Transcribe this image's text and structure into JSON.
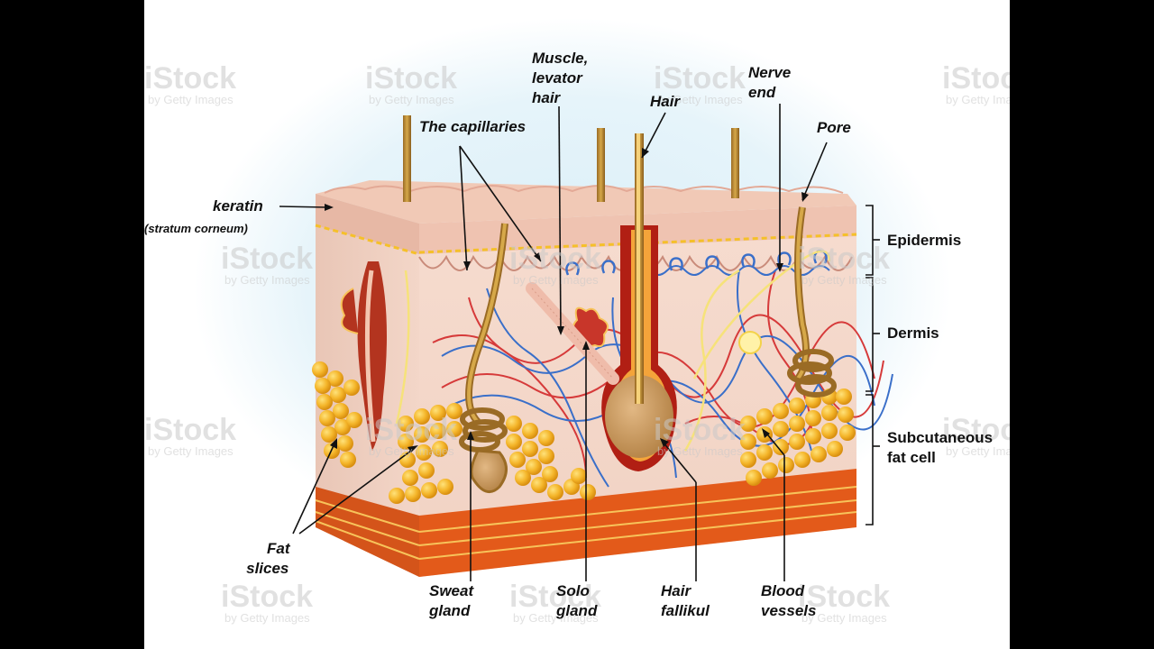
{
  "labels": {
    "muscle_levator": [
      "Muscle,",
      "levator",
      "hair"
    ],
    "nerve_end": [
      "Nerve",
      "end"
    ],
    "hair": "Hair",
    "pore": "Pore",
    "capillaries": "The capillaries",
    "keratin": "keratin",
    "stratum_corneum": "(stratum corneum)",
    "epidermis": "Epidermis",
    "dermis": "Dermis",
    "subcutaneous": [
      "Subcutaneous",
      "fat cell"
    ],
    "fat_slices": [
      "Fat",
      "slices"
    ],
    "sweat_gland": [
      "Sweat",
      "gland"
    ],
    "solo_gland": [
      "Solo",
      "gland"
    ],
    "hair_follicle": [
      "Hair",
      "fallikul"
    ],
    "blood_vessels": [
      "Blood",
      "vessels"
    ]
  },
  "watermark": {
    "brand": "iStock",
    "byline": "by Getty Images"
  },
  "colors": {
    "skin_top": "#f2cfc0",
    "dermis": "#f4d9cd",
    "fat": "#f4b52a",
    "artery": "#d63a3a",
    "vein": "#3a6fc9",
    "hair": "#c99a3a",
    "nerve": "#f6e27a"
  }
}
